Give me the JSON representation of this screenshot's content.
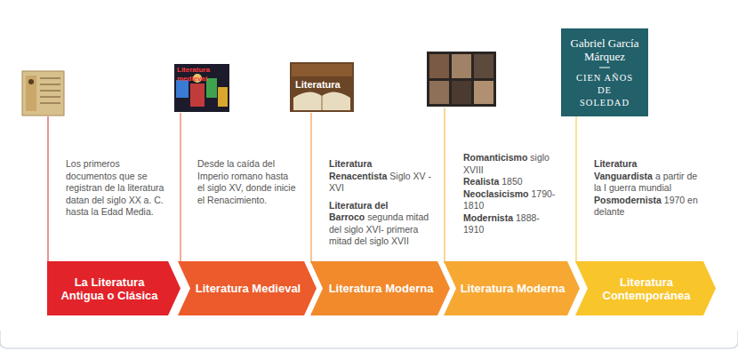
{
  "diagram": {
    "nodes": [
      {
        "text": [
          "Gabriel García Márquez",
          "CIEN AÑOS DE SOLEDAD"
        ]
      },
      {
        "text": [
          "La Literatura Antigua o Clásica"
        ]
      },
      {
        "text": [
          "Literatura Medieval"
        ]
      },
      {
        "text": [
          "Literatura Moderna"
        ]
      },
      {
        "text": [
          "Literatura Moderna"
        ]
      },
      {
        "text": [
          "Literatura Contemporánea"
        ]
      }
    ],
    "labels": [
      "Literatura medieval",
      "Literatura",
      "Los primeros documentos que se registran de la literatura datan del siglo XX a. C. hasta la Edad Media.",
      "Desde la caída del Imperio romano hasta el siglo XV, donde inicie el Renacimiento.",
      "Literatura Renacentista",
      "Siglo XV - XVI",
      "Literatura del Barroco",
      "segunda mitad del siglo XVI- primera mitad del siglo XVII",
      "Romanticismo",
      "siglo XVIII",
      "Realista",
      "1850",
      "Neoclasicismo",
      "1790-1810",
      "Modernista",
      "1888-1910",
      "Literatura Vanguardista",
      "a partir de la I guerra mundial",
      "Posmodernista",
      "1970 en delante"
    ]
  }
}
